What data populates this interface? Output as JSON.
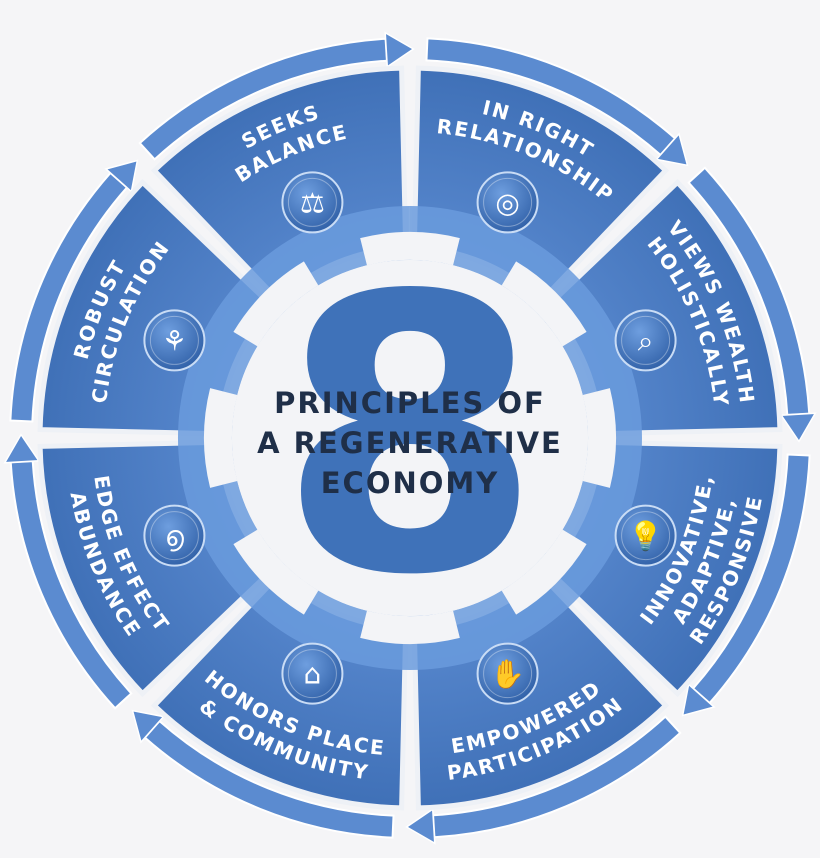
{
  "center": {
    "number": "8",
    "lines": [
      "PRINCIPLES OF",
      "A REGENERATIVE",
      "ECONOMY"
    ]
  },
  "colors": {
    "background": "#f5f5f7",
    "segment": "#4d7fc4",
    "segment_dark": "#3a6bb2",
    "outer_ring": "#5b8bd0",
    "inner_ring": "#6a9bdd",
    "hub": "#f3f4f7",
    "number": "#3f72b9",
    "center_text": "#1f2f48",
    "label": "#ffffff"
  },
  "principles": [
    {
      "lines": [
        "SEEKS",
        "BALANCE"
      ],
      "icon": "scales-icon"
    },
    {
      "lines": [
        "IN RIGHT",
        "RELATIONSHIP"
      ],
      "icon": "concentric-circles-icon"
    },
    {
      "lines": [
        "VIEWS WEALTH",
        "HOLISTICALLY"
      ],
      "icon": "chart-magnifier-icon"
    },
    {
      "lines": [
        "INNOVATIVE,",
        "ADAPTIVE,",
        "RESPONSIVE"
      ],
      "icon": "lightbulb-icon"
    },
    {
      "lines": [
        "EMPOWERED",
        "PARTICIPATION"
      ],
      "icon": "raised-hands-icon"
    },
    {
      "lines": [
        "HONORS PLACE",
        "& COMMUNITY"
      ],
      "icon": "house-icon"
    },
    {
      "lines": [
        "EDGE EFFECT",
        "ABUNDANCE"
      ],
      "icon": "spiral-icon"
    },
    {
      "lines": [
        "ROBUST",
        "CIRCULATION"
      ],
      "icon": "tree-roots-icon"
    }
  ]
}
